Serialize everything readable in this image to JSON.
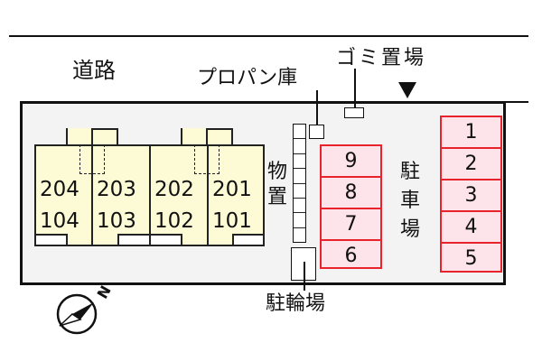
{
  "road_label": "道路",
  "propane_label": "プロパン庫",
  "garbage_label": "ゴミ置場",
  "storage_label": [
    "物",
    "置"
  ],
  "parking_label": [
    "駐",
    "車",
    "場"
  ],
  "bicycle_label": "駐輪場",
  "units_upper": [
    "204",
    "203",
    "202",
    "201"
  ],
  "units_lower": [
    "104",
    "103",
    "102",
    "101"
  ],
  "parking_left": [
    "9",
    "8",
    "7",
    "6"
  ],
  "parking_right": [
    "1",
    "2",
    "3",
    "4",
    "5"
  ],
  "compass_label": "N",
  "colors": {
    "building": "#fdfbd6",
    "parking": "#fde3ea",
    "parking_border": "#e8232b",
    "site": "#f3f3f3"
  }
}
